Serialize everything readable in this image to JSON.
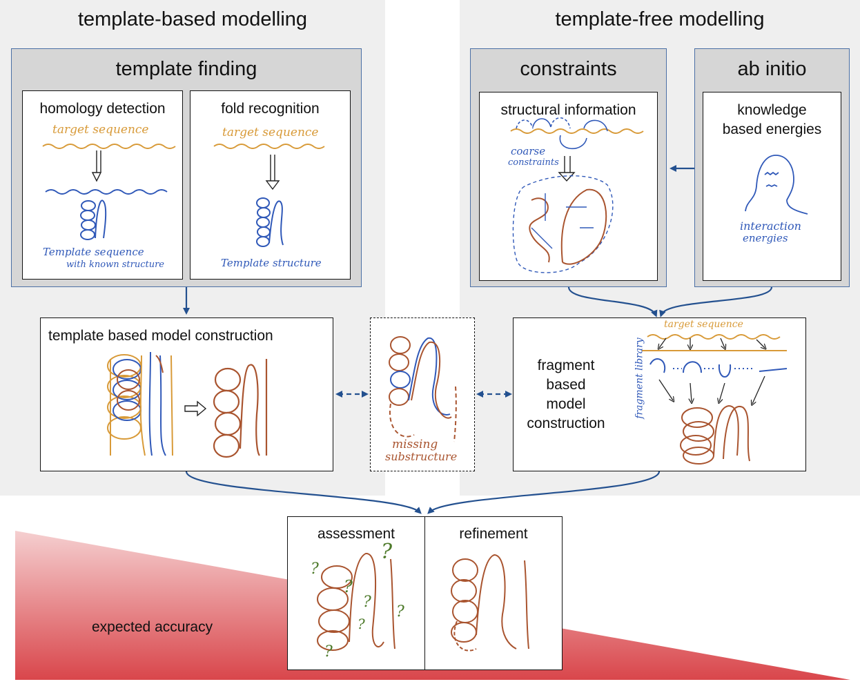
{
  "regions": {
    "template_based": "template-based modelling",
    "template_free": "template-free modelling"
  },
  "template_finding": {
    "title": "template finding",
    "homology": {
      "title": "homology detection",
      "target": "target sequence",
      "template": "Template sequence",
      "template2": "with known structure"
    },
    "fold": {
      "title": "fold recognition",
      "target": "target sequence",
      "template": "Template structure"
    }
  },
  "constraints": {
    "title": "constraints",
    "structural": {
      "title": "structural information",
      "coarse1": "coarse",
      "coarse2": "constraints"
    }
  },
  "ab_initio": {
    "title": "ab initio",
    "knowledge": {
      "title1": "knowledge",
      "title2": "based energies",
      "interaction1": "interaction",
      "interaction2": "energies"
    }
  },
  "template_model": {
    "title": "template based model construction"
  },
  "missing": {
    "line1": "missing",
    "line2": "substructure"
  },
  "fragment_model": {
    "line1": "fragment",
    "line2": "based",
    "line3": "model",
    "line4": "construction",
    "target": "target sequence",
    "library": "fragment library"
  },
  "assessment": {
    "title": "assessment"
  },
  "refinement": {
    "title": "refinement"
  },
  "accuracy": {
    "label": "expected accuracy"
  },
  "colors": {
    "blue": "#2f58b8",
    "brown": "#a9542f",
    "orange": "#d89a38",
    "green": "#4d7a2a",
    "arrow": "#23508f"
  }
}
